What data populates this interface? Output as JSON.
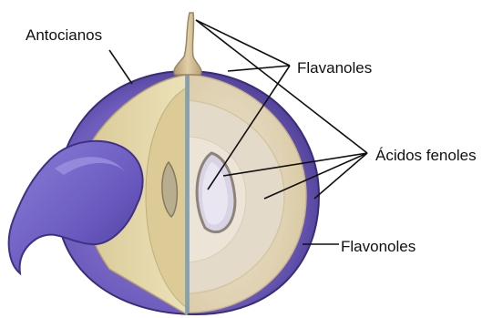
{
  "labels": {
    "antocianos": "Antocianos",
    "flavanoles": "Flavanoles",
    "acidos_fenoles": "Ácidos fenoles",
    "flavonoles": "Flavonoles"
  },
  "colors": {
    "skin": "#7a68c2",
    "skin_dark": "#4c3d95",
    "pulp": "#e2d6ab",
    "pulp_light": "#efe6c4",
    "seed": "#cdc7de",
    "stem": "#c9b48c",
    "leader_line": "#111111"
  }
}
